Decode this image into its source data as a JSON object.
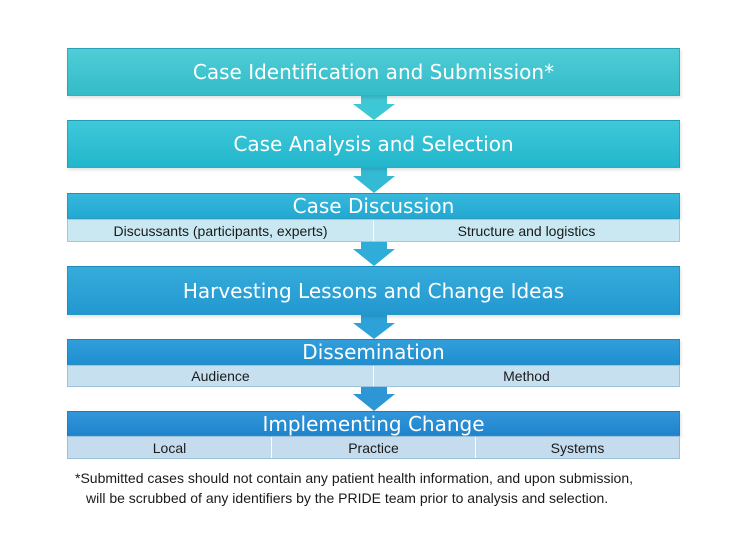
{
  "stages": [
    {
      "title": "Case Identification and Submission*"
    },
    {
      "title": "Case Analysis and Selection"
    },
    {
      "title": "Case Discussion",
      "items": [
        "Discussants (participants, experts)",
        "Structure and logistics"
      ]
    },
    {
      "title": "Harvesting Lessons and Change Ideas"
    },
    {
      "title": "Dissemination",
      "items": [
        "Audience",
        "Method"
      ]
    },
    {
      "title": "Implementing Change",
      "items": [
        "Local",
        "Practice",
        "Systems"
      ]
    }
  ],
  "footnote": {
    "line1": "*Submitted cases should not contain any patient health information, and upon submission,",
    "line2": "will be scrubbed of any identifiers by the PRIDE team prior to analysis and selection."
  },
  "colors": {
    "stage1": "#3cc3cf",
    "stage2": "#29bdd4",
    "stage3": "#27abd6",
    "stage4": "#2aa1d6",
    "stage5": "#2896d6",
    "stage6": "#2a8bd2",
    "band_light": "#c6e6f2",
    "band_light_blue": "#c4ddf0",
    "arrow": "#3aa9d8"
  }
}
